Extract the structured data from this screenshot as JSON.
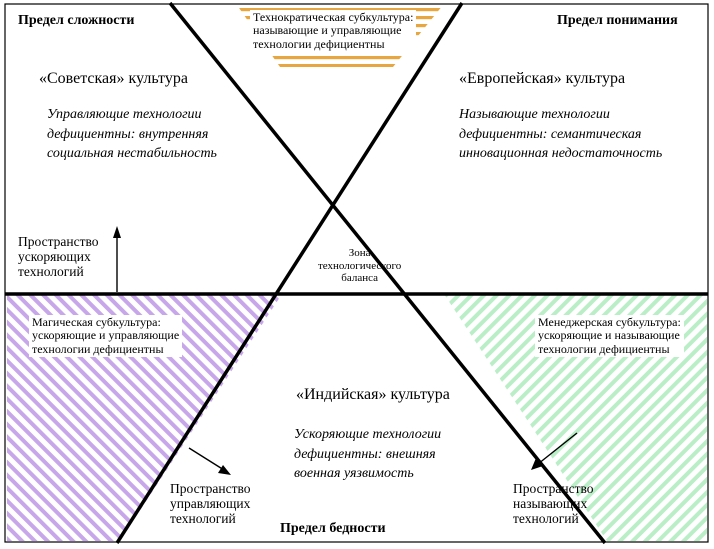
{
  "corners": {
    "top_left": "Предел сложности",
    "top_right": "Предел понимания",
    "bottom": "Предел бедности"
  },
  "cultures": {
    "soviet": {
      "title": "«Советская» культура",
      "desc": [
        "Управляющие технологии",
        "дефициентны: внутренняя",
        "социальная нестабильность"
      ]
    },
    "european": {
      "title": "«Европейская» культура",
      "desc": [
        "Называющие технологии",
        "дефициентны: семантическая",
        "инновационная недостаточность"
      ]
    },
    "indian": {
      "title": "«Индийская» культура",
      "desc": [
        "Ускоряющие технологии",
        "дефициентны: внешняя",
        "военная уязвимость"
      ]
    }
  },
  "subcultures": {
    "technocratic": [
      "Технократическая субкультура:",
      "называющие и управляющие",
      "технологии дефициентны"
    ],
    "magic": [
      "Магическая субкультура:",
      "ускоряющие и управляющие",
      "технологии дефициентны"
    ],
    "manager": [
      "Менеджерская субкультура:",
      "ускоряющие и называющие",
      "технологии дефициентны"
    ]
  },
  "zone": [
    "Зона",
    "технологического",
    "баланса"
  ],
  "spaces": {
    "accelerating": [
      "Пространство",
      "ускоряющих",
      "технологий"
    ],
    "managing": [
      "Пространство",
      "управляющих",
      "технологий"
    ],
    "naming": [
      "Пространство",
      "называющих",
      "технологий"
    ]
  },
  "colors": {
    "technocratic_hatch": "#e8a640",
    "magic_hatch": "#c7a6ea",
    "manager_hatch": "#b9eec6",
    "lines": "#000000"
  }
}
